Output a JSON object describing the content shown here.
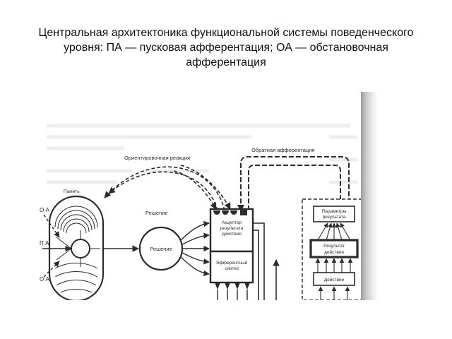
{
  "title": {
    "line1": "Центральная архитектоника функциональной системы поведенческого",
    "line2": "уровня: ПА — пусковая афферентация; ОА — обстановочная",
    "line3": "афферентация"
  },
  "diagram": {
    "orienting_reaction": "Ориентировочная реакция",
    "feedback_afferentation": "Обратная афферентация",
    "memory": "Память",
    "decision_top": "Решение",
    "decision_node": "Решение",
    "acceptor_line1": "Акцептор",
    "acceptor_line2": "результата",
    "acceptor_line3": "действия",
    "efferent_line1": "Эфферентный",
    "efferent_line2": "синтез",
    "params_line1": "Параметры",
    "params_line2": "результата",
    "result_line1": "Результат",
    "result_line2": "действия",
    "action": "Действие",
    "oa_top": "О А",
    "pa": "П А",
    "oa_bottom": "О А"
  },
  "colors": {
    "ink": "#2b2b2b",
    "paper": "#ffffff",
    "page_shade": "#e2e2e2"
  }
}
